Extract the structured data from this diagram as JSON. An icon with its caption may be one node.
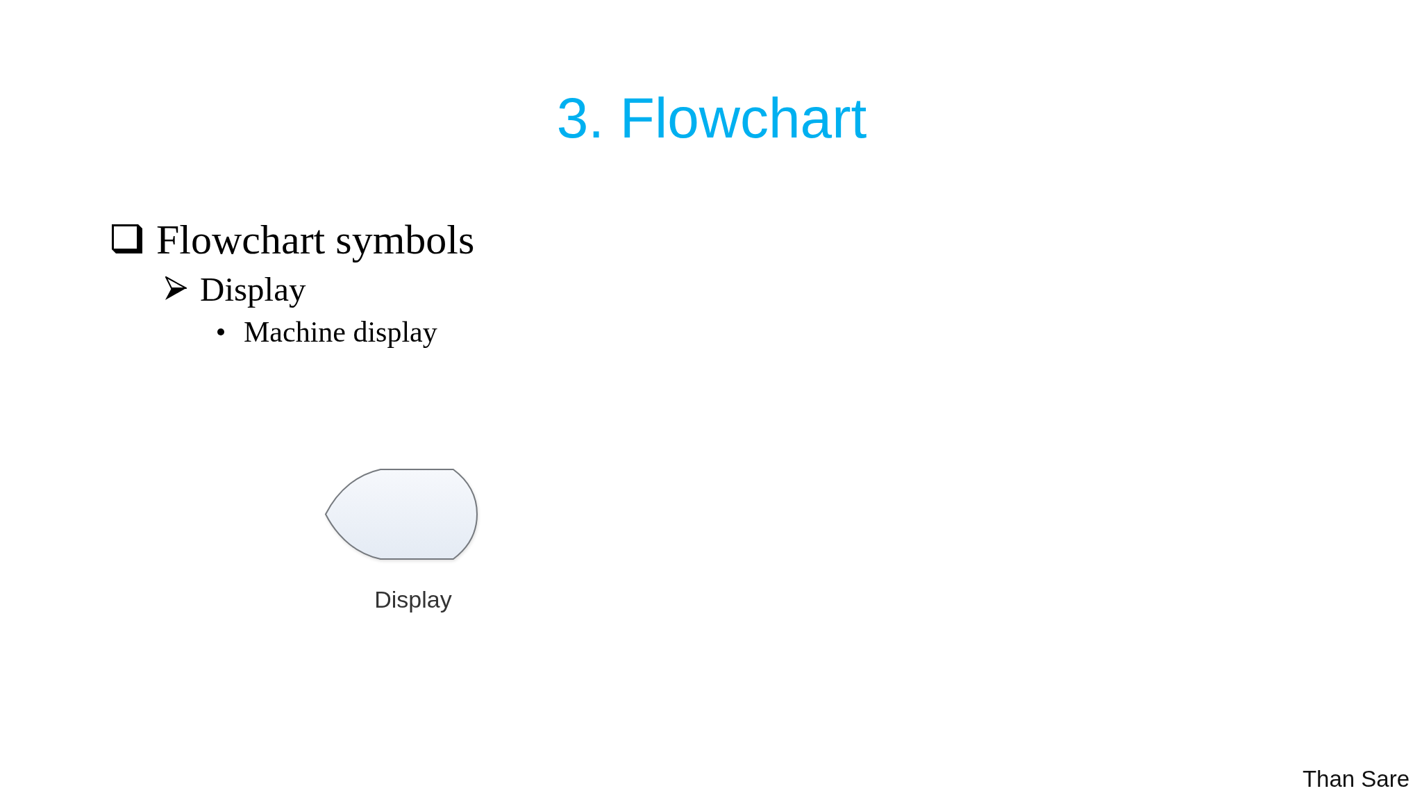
{
  "diagram": {
    "title": "3. Flowchart",
    "nodes": [
      {
        "text": [],
        "shape": "display",
        "beside": [
          "Display"
        ]
      }
    ],
    "labels": [
      "Flowchart symbols",
      "Display",
      "Machine display",
      "Than Sare"
    ]
  }
}
